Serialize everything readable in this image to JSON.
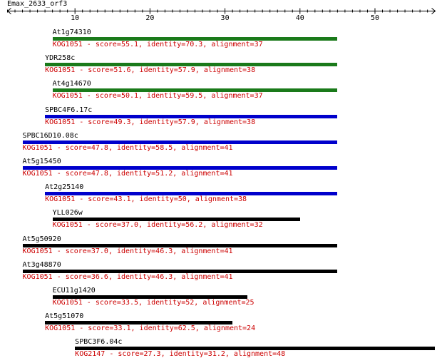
{
  "query": {
    "name": "Emax_2633_orf3",
    "length": 57
  },
  "axis": {
    "ticks": [
      10,
      20,
      30,
      40,
      50
    ]
  },
  "colors": {
    "green": "#1a7a1a",
    "blue": "#0000cc",
    "black": "#000000",
    "info": "#cc0000"
  },
  "hits": [
    {
      "name": "At1g74310",
      "start": 7,
      "end": 44,
      "color": "green",
      "info": "KOG1051 - score=55.1, identity=70.3, alignment=37"
    },
    {
      "name": "YDR258c",
      "start": 6,
      "end": 44,
      "color": "green",
      "info": "KOG1051 - score=51.6, identity=57.9, alignment=38"
    },
    {
      "name": "At4g14670",
      "start": 7,
      "end": 44,
      "color": "green",
      "info": "KOG1051 - score=50.1, identity=59.5, alignment=37"
    },
    {
      "name": "SPBC4F6.17c",
      "start": 6,
      "end": 44,
      "color": "blue",
      "info": "KOG1051 - score=49.3, identity=57.9, alignment=38"
    },
    {
      "name": "SPBC16D10.08c",
      "start": 3,
      "end": 44,
      "color": "blue",
      "info": "KOG1051 - score=47.8, identity=58.5, alignment=41"
    },
    {
      "name": "At5g15450",
      "start": 3,
      "end": 44,
      "color": "blue",
      "info": "KOG1051 - score=47.8, identity=51.2, alignment=41"
    },
    {
      "name": "At2g25140",
      "start": 6,
      "end": 44,
      "color": "blue",
      "info": "KOG1051 - score=43.1, identity=50, alignment=38"
    },
    {
      "name": "YLL026w",
      "start": 7,
      "end": 39,
      "color": "black",
      "info": "KOG1051 - score=37.0, identity=56.2, alignment=32"
    },
    {
      "name": "At5g50920",
      "start": 3,
      "end": 44,
      "color": "black",
      "info": "KOG1051 - score=37.0, identity=46.3, alignment=41"
    },
    {
      "name": "At3g48870",
      "start": 3,
      "end": 44,
      "color": "black",
      "info": "KOG1051 - score=36.6, identity=46.3, alignment=41"
    },
    {
      "name": "ECU11g1420",
      "start": 7,
      "end": 32,
      "color": "black",
      "info": "KOG1051 - score=33.5, identity=52, alignment=25"
    },
    {
      "name": "At5g51070",
      "start": 6,
      "end": 30,
      "color": "black",
      "info": "KOG1051 - score=33.1, identity=62.5, alignment=24"
    },
    {
      "name": "SPBC3F6.04c",
      "start": 10,
      "end": 58,
      "color": "black",
      "info": "KOG2147 - score=27.3, identity=31.2, alignment=48"
    }
  ]
}
